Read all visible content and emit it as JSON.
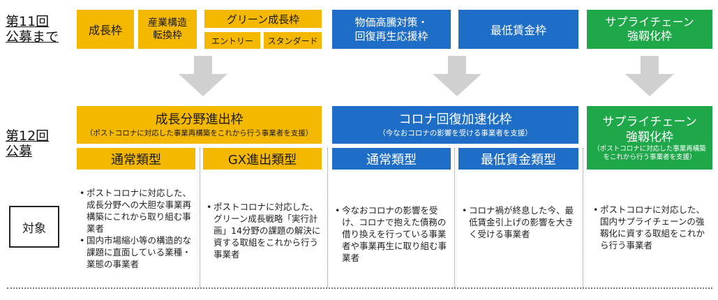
{
  "labels": {
    "round11_l1": "第11回",
    "round11_l2": "公募まで",
    "round12_l1": "第12回",
    "round12_l2": "公募",
    "target": "対象"
  },
  "round11": {
    "seichou": "成長枠",
    "sangyou_l1": "産業構造",
    "sangyou_l2": "転換枠",
    "green": "グリーン成長枠",
    "entry": "エントリー",
    "standard": "スタンダード",
    "bukka_l1": "物価高騰対策・",
    "bukka_l2": "回復再生応援枠",
    "saitei": "最低賃金枠",
    "supply_l1": "サプライチェーン",
    "supply_l2": "強靱化枠"
  },
  "round12": {
    "growth_title": "成長分野進出枠",
    "growth_sub": "（ポストコロナに対応した事業再構築をこれから行う事業者を支援）",
    "corona_title": "コロナ回復加速化枠",
    "corona_sub": "（今なおコロナの影響を受ける事業者を支援）",
    "supply_l1": "サプライチェーン",
    "supply_l2": "強靱化枠",
    "supply_sub_l1": "（ポストコロナに対応した事業再構築",
    "supply_sub_l2": "をこれから行う事業者を支援）",
    "tsujo1": "通常類型",
    "gx": "GX進出類型",
    "tsujo2": "通常類型",
    "saitei": "最低賃金類型"
  },
  "targets": {
    "col1": [
      "ポストコロナに対応した、成長分野への大胆な事業再構築にこれから取り組む事業者",
      "国内市場縮小等の構造的な課題に直面している業種・業態の事業者"
    ],
    "col2": [
      "ポストコロナに対応した、グリーン成長戦略「実行計画」14分野の課題の解決に資する取組をこれから行う事業者"
    ],
    "col3": [
      "今なおコロナの影響を受け、コロナで抱えた債務の借り換えを行っている事業者や事業再生に取り組む事業者"
    ],
    "col4": [
      "コロナ禍が終息した今、最低賃金引上げの影響を大きく受ける事業者"
    ],
    "col5": [
      "ポストコロナに対応した、国内サプライチェーンの強靱化に資する取組をこれから行う事業者"
    ]
  },
  "colors": {
    "yellow": "#f5b800",
    "blue": "#1e6ec8",
    "green": "#1fa84a",
    "arrow": "#d0d0d0"
  }
}
